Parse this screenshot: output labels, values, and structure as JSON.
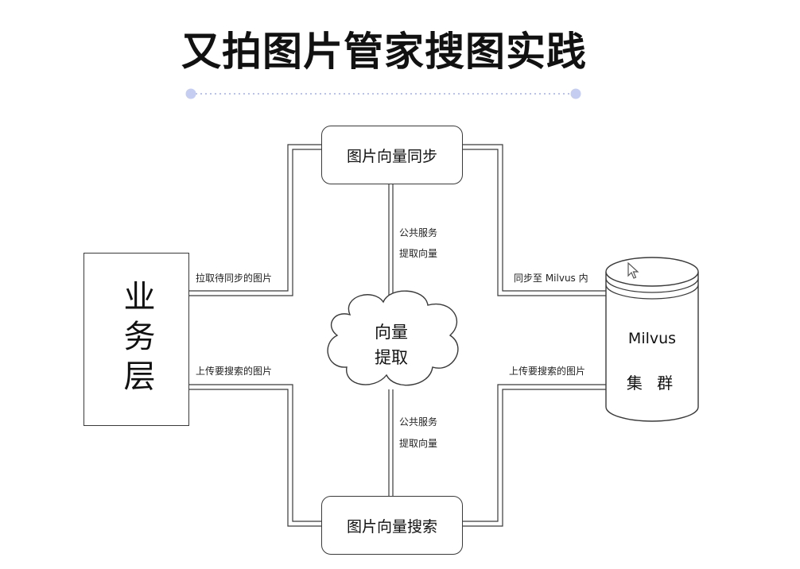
{
  "slide": {
    "title": "又拍图片管家搜图实践"
  },
  "nodes": {
    "business_layer": "业务层",
    "vector_sync": "图片向量同步",
    "vector_search": "图片向量搜索",
    "vector_extract_line1": "向量",
    "vector_extract_line2": "提取",
    "milvus_name": "Milvus",
    "milvus_cluster": "集 群"
  },
  "edges": {
    "pull_images": "拉取待同步的图片",
    "upload_search_left": "上传要搜索的图片",
    "sync_to_milvus": "同步至 Milvus 内",
    "upload_search_right": "上传要搜索的图片",
    "public_service_top_1": "公共服务",
    "public_service_top_2": "提取向量",
    "public_service_bottom_1": "公共服务",
    "public_service_bottom_2": "提取向量"
  },
  "colors": {
    "divider_dot": "#c5cdf0",
    "divider_line": "#b9c2ea",
    "line": "#3a3a3a"
  }
}
